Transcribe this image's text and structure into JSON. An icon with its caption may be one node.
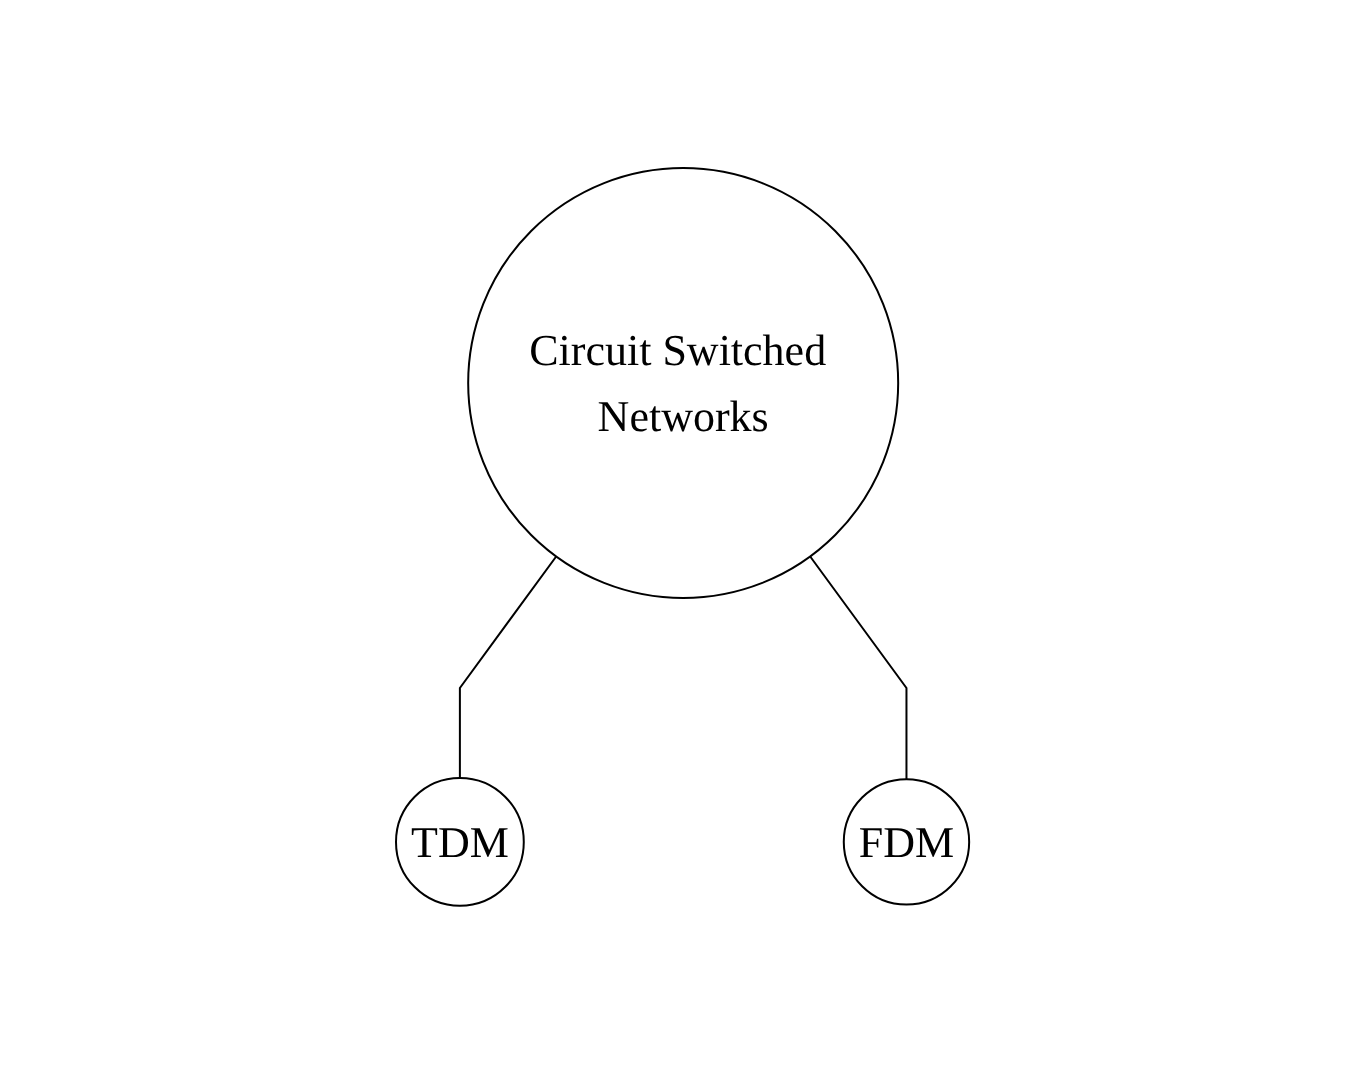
{
  "diagram": {
    "nodes": [
      {
        "text": [
          "Circuit Switched Networks"
        ]
      },
      {
        "text": [
          "TDM"
        ]
      },
      {
        "text": [
          "FDM"
        ]
      }
    ],
    "edges": [
      {
        "from": 0,
        "to": 1,
        "arrow": "none"
      },
      {
        "from": 0,
        "to": 2,
        "arrow": "none"
      }
    ]
  }
}
